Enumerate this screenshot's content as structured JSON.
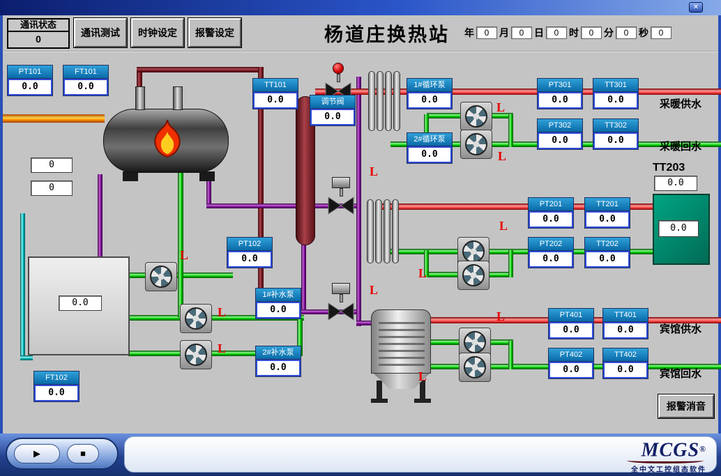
{
  "colors": {
    "pipe_supply": "#ff5050",
    "pipe_return": "#00cc00",
    "pipe_primary": "#7a1a24",
    "pipe_makeup": "#8a10a0",
    "pipe_soft_water": "#00b8b8",
    "pipe_fuel": "#ff9000",
    "indicator_label_bg": "#0a6aa8",
    "indicator_border": "#2f4bd7",
    "alarm": "#e80000",
    "right_tank": "#007a60"
  },
  "titlebar": {
    "close_glyph": "✕"
  },
  "toolbar": {
    "comm_status_label": "通讯状态",
    "comm_status_value": "0",
    "btn_comm_test": "通讯测试",
    "btn_clock_set": "时钟设定",
    "btn_alarm_set": "报警设定",
    "title": "杨道庄换热站",
    "datetime": {
      "year_label": "年",
      "year": "0",
      "month_label": "月",
      "month": "0",
      "day_label": "日",
      "day": "0",
      "hour_label": "时",
      "hour": "0",
      "minute_label": "分",
      "minute": "0",
      "second_label": "秒",
      "second": "0"
    }
  },
  "indicators": {
    "pt101": {
      "label": "PT101",
      "value": "0.0"
    },
    "ft101": {
      "label": "FT101",
      "value": "0.0"
    },
    "tt101": {
      "label": "TT101",
      "value": "0.0"
    },
    "regulator": {
      "label": "调节阀",
      "value": "0.0"
    },
    "circ1": {
      "label": "1#循环泵",
      "value": "0.0"
    },
    "circ2": {
      "label": "2#循环泵",
      "value": "0.0"
    },
    "pt301": {
      "label": "PT301",
      "value": "0.0"
    },
    "tt301": {
      "label": "TT301",
      "value": "0.0"
    },
    "pt302": {
      "label": "PT302",
      "value": "0.0"
    },
    "tt302": {
      "label": "TT302",
      "value": "0.0"
    },
    "pt201": {
      "label": "PT201",
      "value": "0.0"
    },
    "tt201": {
      "label": "TT201",
      "value": "0.0"
    },
    "pt202": {
      "label": "PT202",
      "value": "0.0"
    },
    "tt202": {
      "label": "TT202",
      "value": "0.0"
    },
    "pt102": {
      "label": "PT102",
      "value": "0.0"
    },
    "makeup1": {
      "label": "1#补水泵",
      "value": "0.0"
    },
    "makeup2": {
      "label": "2#补水泵",
      "value": "0.0"
    },
    "ft102": {
      "label": "FT102",
      "value": "0.0"
    },
    "pt401": {
      "label": "PT401",
      "value": "0.0"
    },
    "tt401": {
      "label": "TT401",
      "value": "0.0"
    },
    "pt402": {
      "label": "PT402",
      "value": "0.0"
    },
    "tt402": {
      "label": "TT402",
      "value": "0.0"
    }
  },
  "values": {
    "boiler_a": "0",
    "boiler_b": "0",
    "tank_level": "0.0",
    "tt203_label": "TT203",
    "tt203_value": "0.0",
    "right_tank_value": "0.0"
  },
  "flow_labels": {
    "heating_supply": "采暖供水",
    "heating_return": "采暖回水",
    "hotel_supply": "宾馆供水",
    "hotel_return": "宾馆回水"
  },
  "alarm_marker": "L",
  "buttons": {
    "alarm_mute": "报警消音"
  },
  "footer": {
    "play_glyph": "▶",
    "stop_glyph": "■",
    "brand": "MCGS",
    "registered": "®",
    "tagline": "全中文工控组态软件"
  }
}
